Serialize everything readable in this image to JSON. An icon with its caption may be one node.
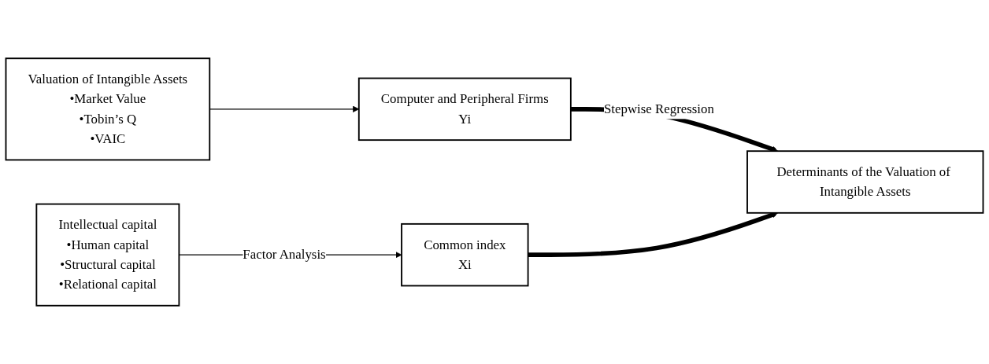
{
  "diagram": {
    "nodes": [
      {
        "text": [
          "Valuation of Intangible Assets",
          "•Market Value",
          "•Tobin’s Q",
          "•VAIC"
        ]
      },
      {
        "text": [
          "Computer and Peripheral Firms",
          "Yi"
        ]
      },
      {
        "text": [
          "Intellectual capital",
          "•Human capital",
          "•Structural capital",
          "•Relational capital"
        ]
      },
      {
        "text": [
          "Common index",
          "Xi"
        ]
      },
      {
        "text": [
          "Determinants of the Valuation of Intangible Assets"
        ]
      }
    ],
    "edges": [
      {
        "from": 0,
        "to": 1,
        "arrow": "to"
      },
      {
        "from": 2,
        "to": 3,
        "arrow": "to",
        "label": "Factor Analysis"
      },
      {
        "from": 1,
        "to": 4,
        "arrow": "to",
        "style": "thick",
        "label": "Stepwise Regression"
      },
      {
        "from": 3,
        "to": 4,
        "arrow": "to",
        "style": "thick"
      }
    ]
  }
}
